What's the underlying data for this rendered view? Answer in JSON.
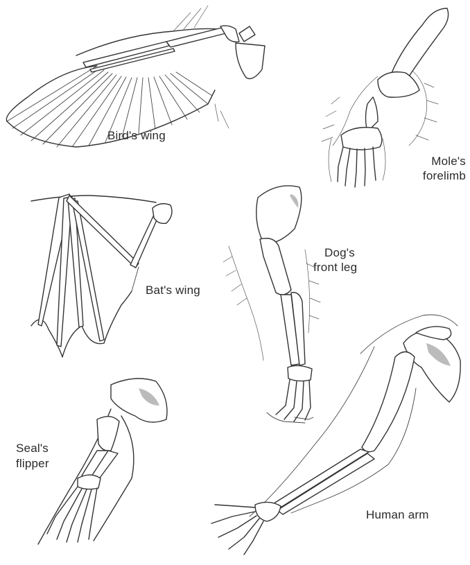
{
  "labels": {
    "bird": "Bird's wing",
    "mole_1": "Mole's",
    "mole_2": "forelimb",
    "bat": "Bat's wing",
    "dog_1": "Dog's",
    "dog_2": "front leg",
    "seal_1": "Seal's",
    "seal_2": "flipper",
    "human": "Human arm"
  }
}
